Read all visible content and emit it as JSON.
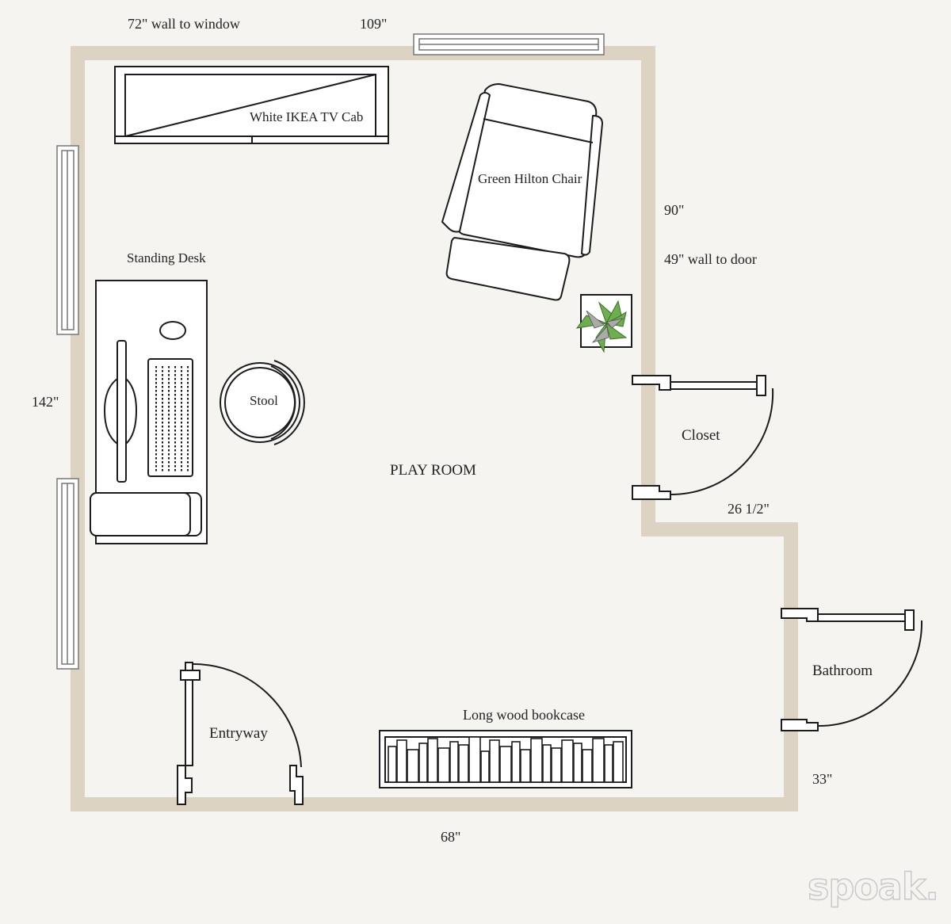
{
  "room": {
    "name": "PLAY ROOM"
  },
  "dimensions": {
    "top_left": "72\" wall to window",
    "top": "109\"",
    "right_upper": "90\"",
    "right_door": "49\" wall to door",
    "left": "142\"",
    "notch": "26 1/2\"",
    "right_lower": "33\"",
    "bottom": "68\""
  },
  "furniture": {
    "tv_cabinet": "White IKEA TV Cab",
    "chair": "Green Hilton Chair",
    "desk": "Standing Desk",
    "stool": "Stool",
    "bookcase": "Long wood bookcase"
  },
  "doors": {
    "closet": "Closet",
    "bathroom": "Bathroom",
    "entryway": "Entryway"
  },
  "watermark": "spoak.",
  "colors": {
    "wall": "#ddd3c3",
    "background": "#f5f4f0",
    "line": "#1c1c1c",
    "plant": "#6fae4f"
  }
}
